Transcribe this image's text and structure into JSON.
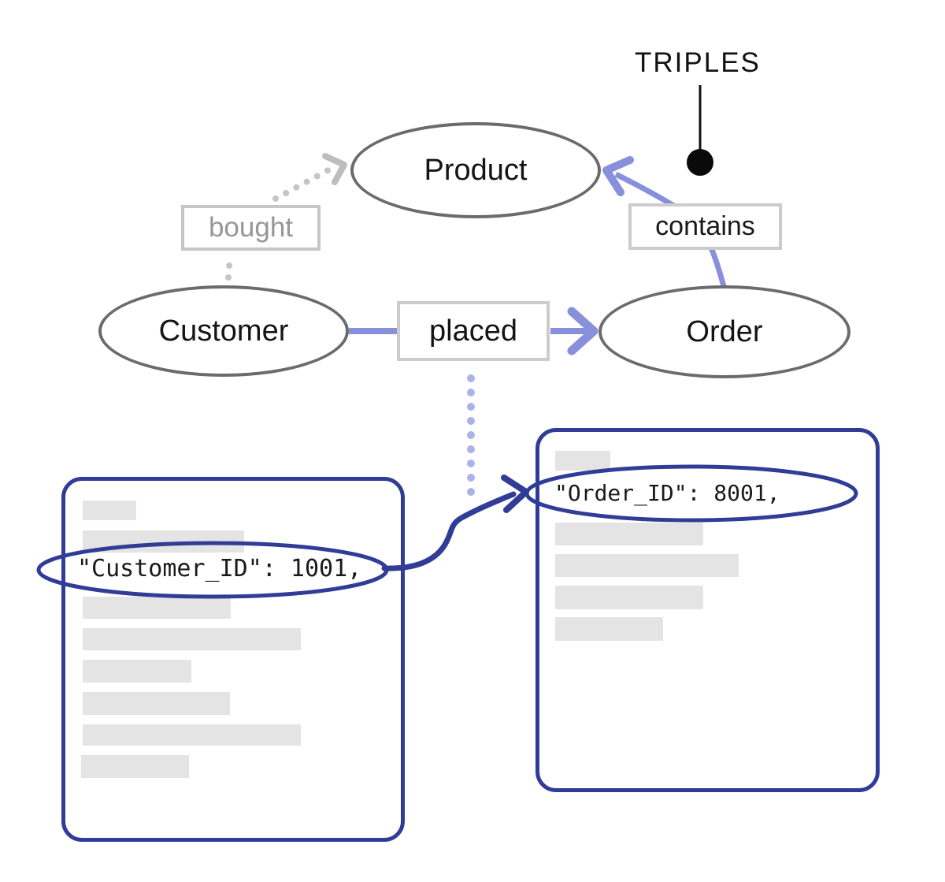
{
  "title": "TRIPLES",
  "nodes": {
    "product": {
      "label": "Product"
    },
    "customer": {
      "label": "Customer"
    },
    "order": {
      "label": "Order"
    }
  },
  "edges": {
    "bought": {
      "label": "bought",
      "from": "Customer",
      "to": "Product",
      "style": "dotted-gray"
    },
    "placed": {
      "label": "placed",
      "from": "Customer",
      "to": "Order",
      "style": "solid-purple"
    },
    "contains": {
      "label": "contains",
      "from": "Order",
      "to": "Product",
      "style": "solid-purple"
    }
  },
  "documents": {
    "customer_doc": {
      "highlight_text": "\"Customer_ID\": 1001,"
    },
    "order_doc": {
      "highlight_text": "\"Order_ID\": 8001,"
    }
  },
  "colors": {
    "navy": "#313c97",
    "periwinkle": "#8890dc",
    "light_periwinkle": "#aab3e8",
    "node_stroke_gray": "#6b6b6b",
    "dotted_gray": "#c5c5c5",
    "skeleton_gray": "#e4e4e4"
  }
}
